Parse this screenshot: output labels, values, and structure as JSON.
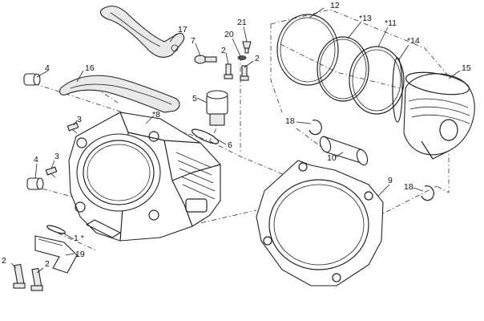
{
  "callouts": [
    {
      "id": "12",
      "text": "12"
    },
    {
      "id": "13",
      "text": "*13"
    },
    {
      "id": "11",
      "text": "*11"
    },
    {
      "id": "14",
      "text": "*14"
    },
    {
      "id": "15",
      "text": "15"
    },
    {
      "id": "17",
      "text": "17"
    },
    {
      "id": "21",
      "text": "21"
    },
    {
      "id": "20",
      "text": "20"
    },
    {
      "id": "2a",
      "text": "2"
    },
    {
      "id": "2b",
      "text": "2"
    },
    {
      "id": "7",
      "text": "7"
    },
    {
      "id": "4a",
      "text": "4"
    },
    {
      "id": "16",
      "text": "16"
    },
    {
      "id": "5",
      "text": "5"
    },
    {
      "id": "8",
      "text": "*8"
    },
    {
      "id": "3a",
      "text": "3"
    },
    {
      "id": "6",
      "text": "6"
    },
    {
      "id": "18a",
      "text": "18"
    },
    {
      "id": "10",
      "text": "10"
    },
    {
      "id": "3b",
      "text": "3"
    },
    {
      "id": "4b",
      "text": "4"
    },
    {
      "id": "9",
      "text": "9"
    },
    {
      "id": "18b",
      "text": "18"
    },
    {
      "id": "1",
      "text": "1 *"
    },
    {
      "id": "19",
      "text": "19"
    },
    {
      "id": "2c",
      "text": "2"
    },
    {
      "id": "2d",
      "text": "2"
    }
  ]
}
